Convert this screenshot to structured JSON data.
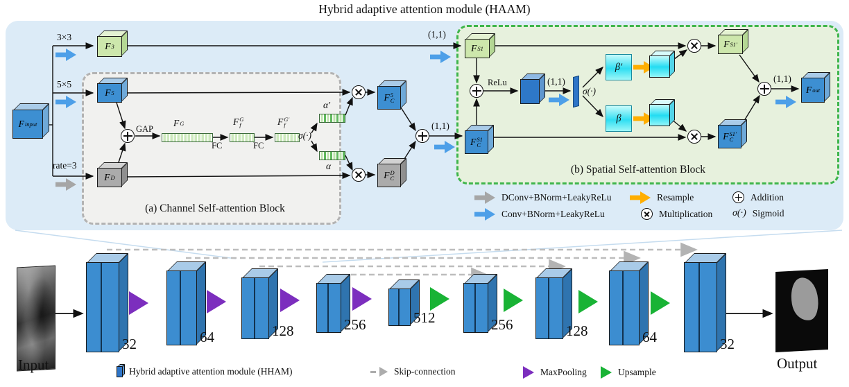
{
  "title": "Hybrid adaptive attention module (HAAM)",
  "colors": {
    "panel_bg": "#DCEBF7",
    "channel_block_bg": "#F1F1EF",
    "spatial_block_bg": "#E7F1DD",
    "spatial_border_green": "#3FB54C",
    "channel_border_gray": "#B3B3B3",
    "blue_cube": "#3D8FD2",
    "green_cube": "#CDE7AC",
    "gray_cube": "#ABABAB",
    "cyan_map": "#2FDEF2",
    "conv_arrow_blue": "#4D9FE8",
    "dconv_arrow_gray": "#A6A6A6",
    "resample_arrow_orange": "#FFAE00",
    "maxpool_purple": "#7C2EBE",
    "upsample_green": "#19B335"
  },
  "haam": {
    "branch_labels": {
      "b3": "3×3",
      "b5": "5×5",
      "rate": "rate=3"
    },
    "nodes": {
      "f_input": {
        "b": "F",
        "sup": "",
        "sub": "input"
      },
      "f3": {
        "b": "F",
        "sup": "3",
        "sub": ""
      },
      "f5": {
        "b": "F",
        "sup": "5",
        "sub": ""
      },
      "fD": {
        "b": "F",
        "sup": "D",
        "sub": ""
      },
      "fG": {
        "b": "F",
        "sup": "G",
        "sub": ""
      },
      "ffG": {
        "b": "F",
        "sup": "G",
        "sub": "f"
      },
      "ffGp": {
        "b": "F",
        "sup": "G′",
        "sub": "f"
      },
      "alpha_p": "α′",
      "alpha": "α",
      "fc5": {
        "b": "F",
        "sup": "5",
        "sub": "C"
      },
      "fcD": {
        "b": "F",
        "sup": "D",
        "sub": "C"
      },
      "fs1": {
        "b": "F",
        "sup": "S1",
        "sub": ""
      },
      "fcs1": {
        "b": "F",
        "sup": "S1",
        "sub": "C"
      },
      "beta_p": "β′",
      "beta": "β",
      "fs1p": {
        "b": "F",
        "sup": "S1′",
        "sub": ""
      },
      "fcs1p": {
        "b": "F",
        "sup": "S1′",
        "sub": "C"
      },
      "f_out": {
        "b": "F",
        "sup": "",
        "sub": "out"
      }
    },
    "ops": {
      "gap": "GAP",
      "fc": "FC",
      "sigma": "σ(·)",
      "relu": "ReLu",
      "conv11": "(1,1)"
    },
    "section_a": "(a) Channel Self-attention Block",
    "section_b": "(b) Spatial Self-attention Block",
    "legend": {
      "dconv": "DConv+BNorm+LeakyReLu",
      "conv": "Conv+BNorm+LeakyReLu",
      "resample": "Resample",
      "multiplication": "Multiplication",
      "addition": "Addition",
      "sigma_symbol": "σ(·)",
      "sigmoid": "Sigmoid"
    }
  },
  "unet": {
    "input_label": "Input",
    "output_label": "Output",
    "blocks": [
      {
        "channels": "32"
      },
      {
        "channels": "64"
      },
      {
        "channels": "128"
      },
      {
        "channels": "256"
      },
      {
        "channels": "512"
      },
      {
        "channels": "256"
      },
      {
        "channels": "128"
      },
      {
        "channels": "64"
      },
      {
        "channels": "32"
      }
    ],
    "legend": {
      "haam": "Hybrid adaptive attention module (HHAM)",
      "skip": "Skip-connection",
      "maxpool": "MaxPooling",
      "upsample": "Upsample"
    }
  }
}
